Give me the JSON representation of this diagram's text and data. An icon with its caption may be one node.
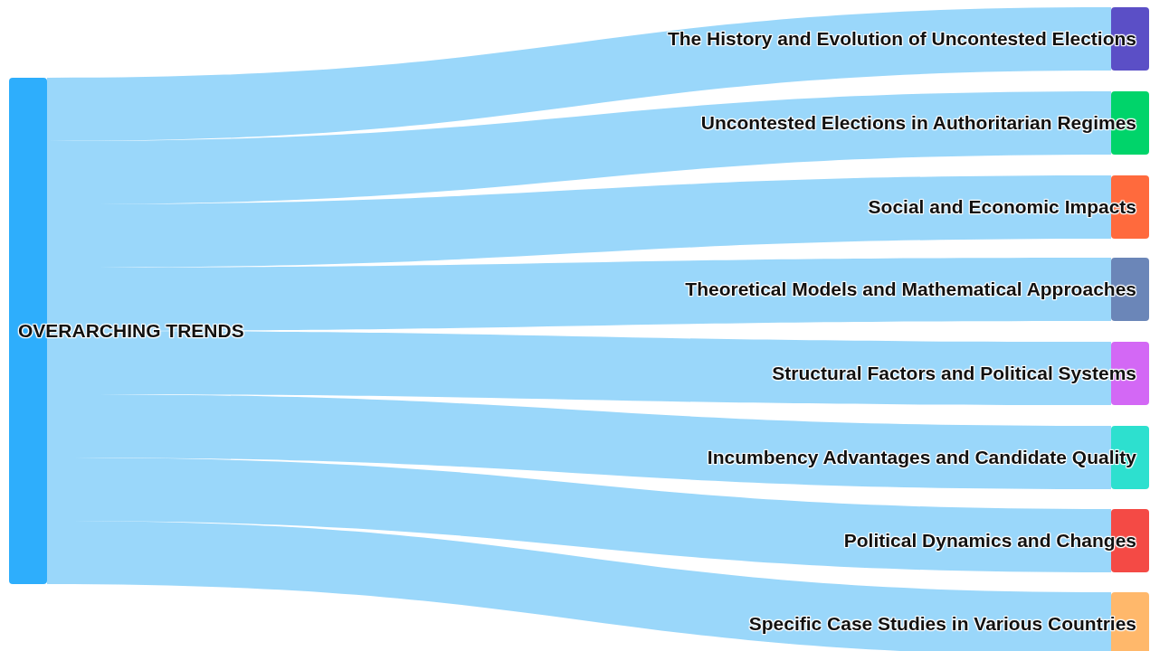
{
  "diagram": {
    "nodes": [
      {
        "text": [
          "OVERARCHING TRENDS"
        ]
      },
      {
        "text": [
          "The History and Evolution of Uncontested Elections"
        ]
      },
      {
        "text": [
          "Uncontested Elections in Authoritarian Regimes"
        ]
      },
      {
        "text": [
          "Social and Economic Impacts"
        ]
      },
      {
        "text": [
          "Theoretical Models and Mathematical Approaches"
        ]
      },
      {
        "text": [
          "Structural Factors and Political Systems"
        ]
      },
      {
        "text": [
          "Incumbency Advantages and Candidate Quality"
        ]
      },
      {
        "text": [
          "Political Dynamics and Changes"
        ]
      },
      {
        "text": [
          "Specific Case Studies in Various Countries"
        ]
      }
    ],
    "edges": [
      {
        "from": 0,
        "to": 1,
        "arrow": "none"
      },
      {
        "from": 0,
        "to": 2,
        "arrow": "none"
      },
      {
        "from": 0,
        "to": 3,
        "arrow": "none"
      },
      {
        "from": 0,
        "to": 4,
        "arrow": "none"
      },
      {
        "from": 0,
        "to": 5,
        "arrow": "none"
      },
      {
        "from": 0,
        "to": 6,
        "arrow": "none"
      },
      {
        "from": 0,
        "to": 7,
        "arrow": "none"
      },
      {
        "from": 0,
        "to": 8,
        "arrow": "none"
      }
    ]
  }
}
